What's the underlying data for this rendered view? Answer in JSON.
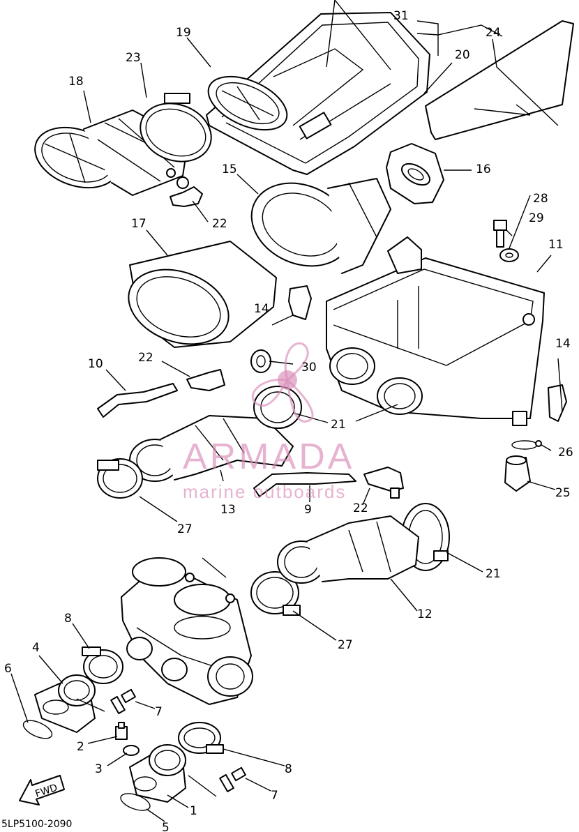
{
  "diagram_code": "5LP5100-2090",
  "fwd_label": "FWD",
  "watermark": {
    "brand": "ARMADA",
    "tagline": "marine outboards"
  },
  "callouts": [
    {
      "id": "c1",
      "text": "1"
    },
    {
      "id": "c2",
      "text": "2"
    },
    {
      "id": "c3",
      "text": "3"
    },
    {
      "id": "c4",
      "text": "4"
    },
    {
      "id": "c5",
      "text": "5"
    },
    {
      "id": "c6",
      "text": "6"
    },
    {
      "id": "c7a",
      "text": "7"
    },
    {
      "id": "c7b",
      "text": "7"
    },
    {
      "id": "c8a",
      "text": "8"
    },
    {
      "id": "c8b",
      "text": "8"
    },
    {
      "id": "c9",
      "text": "9"
    },
    {
      "id": "c10",
      "text": "10"
    },
    {
      "id": "c11",
      "text": "11"
    },
    {
      "id": "c12",
      "text": "12"
    },
    {
      "id": "c13",
      "text": "13"
    },
    {
      "id": "c14a",
      "text": "14"
    },
    {
      "id": "c14b",
      "text": "14"
    },
    {
      "id": "c15",
      "text": "15"
    },
    {
      "id": "c16",
      "text": "16"
    },
    {
      "id": "c17",
      "text": "17"
    },
    {
      "id": "c18",
      "text": "18"
    },
    {
      "id": "c19",
      "text": "19"
    },
    {
      "id": "c20",
      "text": "20"
    },
    {
      "id": "c21a",
      "text": "21"
    },
    {
      "id": "c21b",
      "text": "21"
    },
    {
      "id": "c22a",
      "text": "22"
    },
    {
      "id": "c22b",
      "text": "22"
    },
    {
      "id": "c22c",
      "text": "22"
    },
    {
      "id": "c23",
      "text": "23"
    },
    {
      "id": "c24",
      "text": "24"
    },
    {
      "id": "c25",
      "text": "25"
    },
    {
      "id": "c26",
      "text": "26"
    },
    {
      "id": "c27a",
      "text": "27"
    },
    {
      "id": "c27b",
      "text": "27"
    },
    {
      "id": "c28",
      "text": "28"
    },
    {
      "id": "c29",
      "text": "29"
    },
    {
      "id": "c30",
      "text": "30"
    },
    {
      "id": "c31",
      "text": "31"
    }
  ]
}
